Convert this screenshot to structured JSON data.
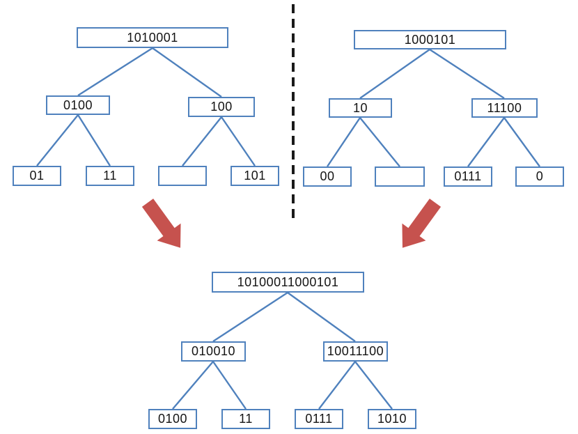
{
  "colors": {
    "box_border": "#4F81BD",
    "connector": "#4F81BD",
    "arrow": "#C6524E",
    "divider": "#1A1A1A"
  },
  "trees": {
    "left": {
      "root": "1010001",
      "level2": [
        "0100",
        "100"
      ],
      "level3": [
        "01",
        "11",
        "",
        "101"
      ]
    },
    "right": {
      "root": "1000101",
      "level2": [
        "10",
        "11100"
      ],
      "level3": [
        "00",
        "",
        "0111",
        "0"
      ]
    },
    "merged": {
      "root": "10100011000101",
      "level2": [
        "010010",
        "10011100"
      ],
      "level3": [
        "0100",
        "11",
        "0111",
        "1010"
      ]
    }
  }
}
